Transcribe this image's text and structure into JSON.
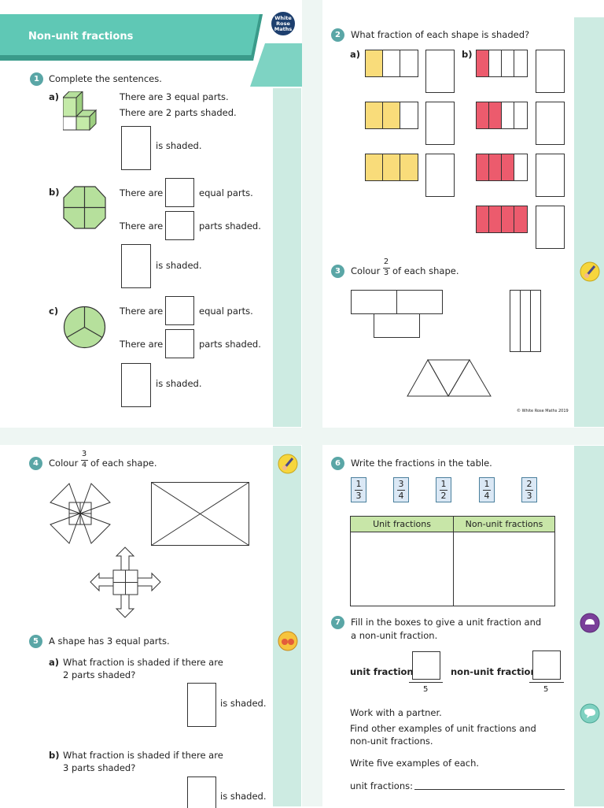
{
  "header": {
    "title": "Non-unit fractions",
    "logo_text": [
      "White",
      "Rose",
      "Maths"
    ]
  },
  "copyright": "© White Rose Maths 2019",
  "q1": {
    "number": "1",
    "prompt": "Complete the sentences.",
    "a": {
      "label": "a)",
      "line1": "There are 3 equal parts.",
      "line2": "There are 2 parts shaded.",
      "shaded": "is shaded."
    },
    "b": {
      "label": "b)",
      "pre1": "There are",
      "post1": "equal parts.",
      "pre2": "There are",
      "post2": "parts shaded.",
      "shaded": "is shaded."
    },
    "c": {
      "label": "c)",
      "pre1": "There are",
      "post1": "equal parts.",
      "pre2": "There are",
      "post2": "parts shaded.",
      "shaded": "is shaded."
    }
  },
  "q2": {
    "number": "2",
    "prompt": "What fraction of each shape is shaded?",
    "a_label": "a)",
    "b_label": "b)",
    "colors": {
      "yellow": "#f9dc7a",
      "red": "#ec5b6d"
    }
  },
  "q3": {
    "number": "3",
    "prompt_pre": "Colour",
    "frac_num": "2",
    "frac_den": "3",
    "prompt_post": "of each shape."
  },
  "q4": {
    "number": "4",
    "prompt_pre": "Colour",
    "frac_num": "3",
    "frac_den": "4",
    "prompt_post": "of each shape."
  },
  "q5": {
    "number": "5",
    "prompt": "A shape has 3 equal parts.",
    "a": {
      "label": "a)",
      "line1": "What fraction is shaded if there are",
      "line2": "2 parts shaded?",
      "shaded": "is shaded."
    },
    "b": {
      "label": "b)",
      "line1": "What fraction is shaded if there are",
      "line2": "3 parts shaded?",
      "shaded": "is shaded."
    }
  },
  "q6": {
    "number": "6",
    "prompt": "Write the fractions in the table.",
    "cards": [
      {
        "num": "1",
        "den": "3"
      },
      {
        "num": "3",
        "den": "4"
      },
      {
        "num": "1",
        "den": "2"
      },
      {
        "num": "1",
        "den": "4"
      },
      {
        "num": "2",
        "den": "3"
      }
    ],
    "col1": "Unit fractions",
    "col2": "Non-unit fractions"
  },
  "q7": {
    "number": "7",
    "line1": "Fill in the boxes to give a unit fraction and",
    "line2": "a non-unit fraction.",
    "unit_label": "unit fraction",
    "nonunit_label": "non-unit fraction",
    "den": "5",
    "partner1": "Work with a partner.",
    "partner2": "Find other examples of unit fractions and",
    "partner3": "non-unit fractions.",
    "partner4": "Write five examples of each.",
    "answer_label": "unit fractions:"
  }
}
